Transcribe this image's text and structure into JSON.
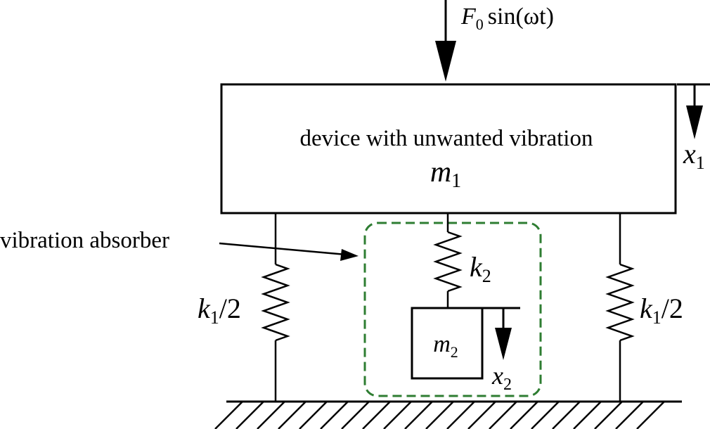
{
  "force": {
    "symbol": "F",
    "subscript": "0",
    "expression": "sin(ωt)"
  },
  "mass1": {
    "caption": "device with unwanted vibration",
    "symbol": "m",
    "subscript": "1"
  },
  "mass2": {
    "symbol": "m",
    "subscript": "2"
  },
  "displacement1": {
    "symbol": "x",
    "subscript": "1"
  },
  "displacement2": {
    "symbol": "x",
    "subscript": "2"
  },
  "spring_left": {
    "symbol": "k",
    "subscript": "1",
    "suffix": "/2"
  },
  "spring_right": {
    "symbol": "k",
    "subscript": "1",
    "suffix": "/2"
  },
  "spring_absorber": {
    "symbol": "k",
    "subscript": "2"
  },
  "absorber": {
    "label": "vibration absorber"
  },
  "colors": {
    "absorber_outline": "#2e7d32",
    "ink": "#000000"
  }
}
